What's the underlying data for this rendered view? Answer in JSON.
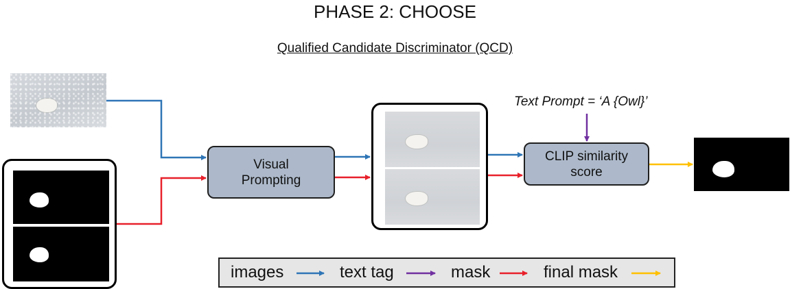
{
  "title": "PHASE 2: CHOOSE",
  "subtitle": "Qualified Candidate Discriminator (QCD)",
  "visual_prompting": {
    "line1": "Visual",
    "line2": "Prompting"
  },
  "clip_score": {
    "line1": "CLIP similarity",
    "line2": "score"
  },
  "text_prompt": "Text Prompt = ‘A {Owl}’",
  "legend": {
    "images": "images",
    "text_tag": "text tag",
    "mask": "mask",
    "final_mask": "final mask"
  },
  "colors": {
    "images": "#2e75b6",
    "text_tag": "#7030a0",
    "mask": "#e8202a",
    "final_mask": "#ffc000",
    "box_fill": "#adb9ca"
  }
}
